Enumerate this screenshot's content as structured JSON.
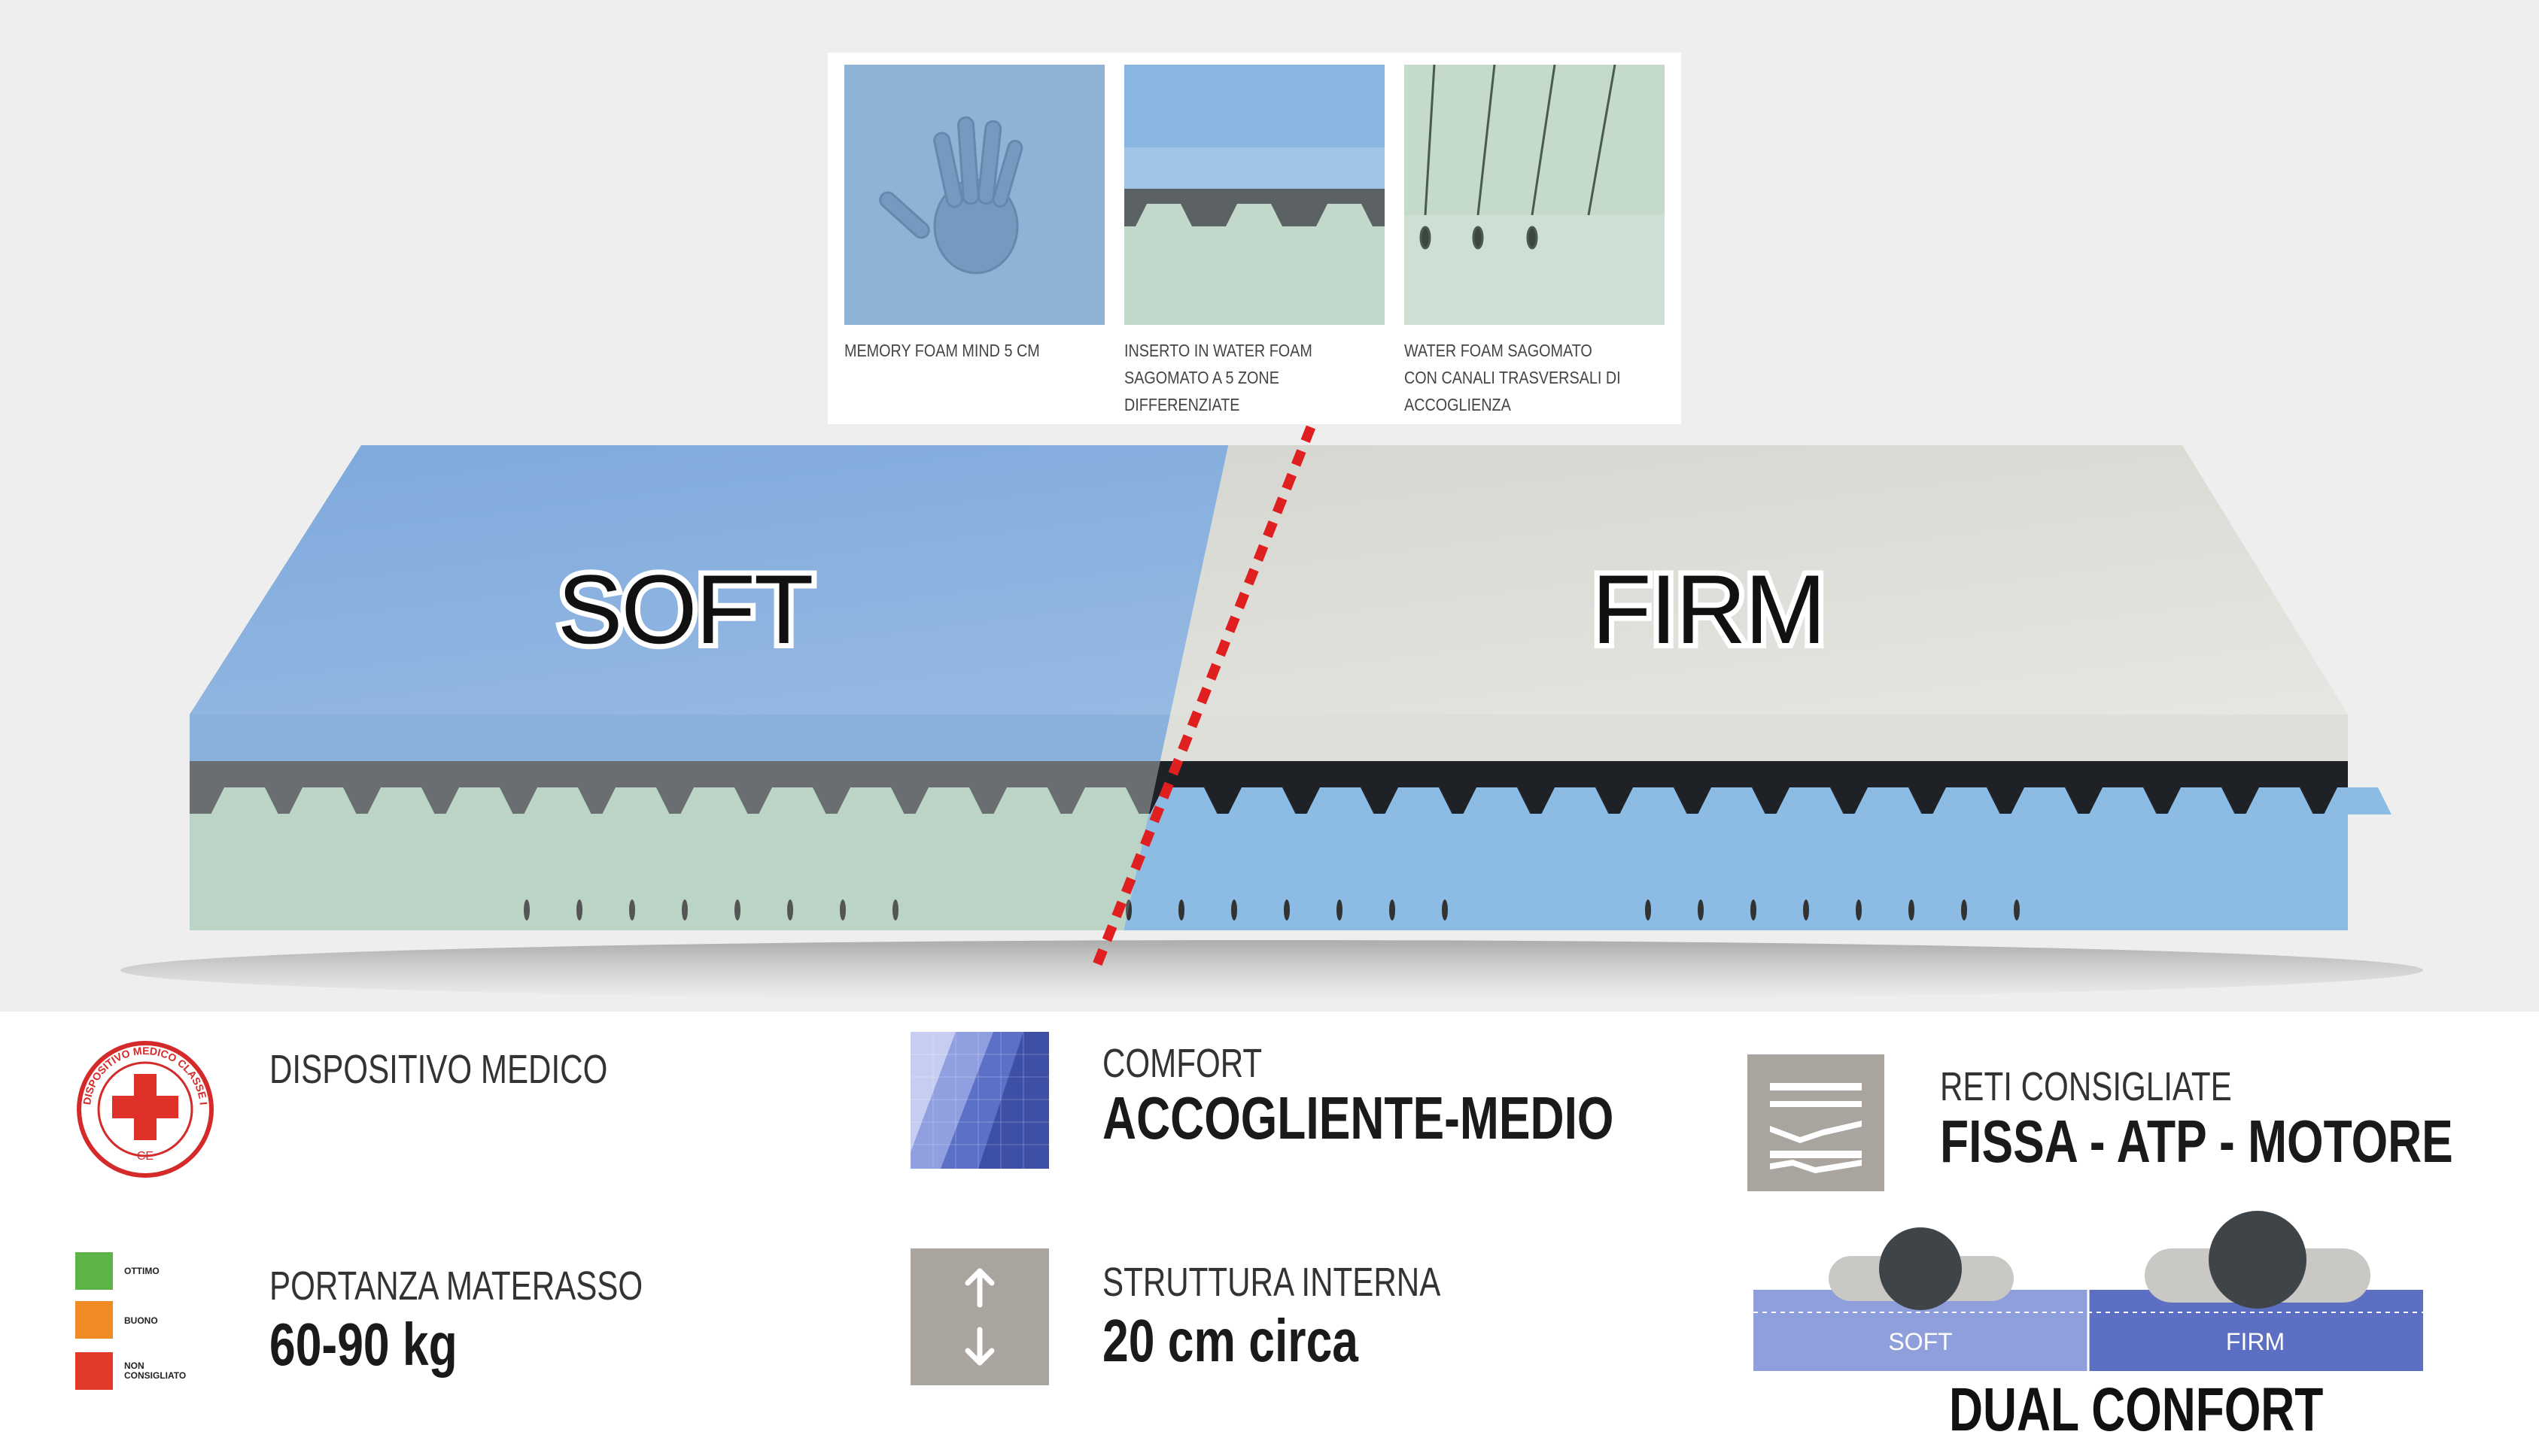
{
  "mattress": {
    "left_label": "SOFT",
    "right_label": "FIRM"
  },
  "layers": [
    {
      "caption": "MEMORY FOAM MIND 5 cm"
    },
    {
      "caption": "INSERTO IN WATER FOAM SAGOMATO A 5 ZONE DIFFERENZIATE"
    },
    {
      "caption": "WATER FOAM SAGOMATO CON CANALI TRASVERSALI DI ACCOGLIENZA"
    }
  ],
  "features": {
    "medical": {
      "label": "DISPOSITIVO MEDICO",
      "seal_text": "DISPOSITIVO MEDICO CLASSE I",
      "ce_mark": "CE"
    },
    "comfort": {
      "label": "COMFORT",
      "value": "ACCOGLIENTE-MEDIO"
    },
    "reti": {
      "label": "RETI CONSIGLIATE",
      "value": "FISSA - ATP - MOTORE"
    },
    "portanza": {
      "label": "PORTANZA MATERASSO",
      "value": "60-90 kg",
      "legend": [
        {
          "text": "OTTIMO",
          "color": "#5cb346"
        },
        {
          "text": "BUONO",
          "color": "#f08a24"
        },
        {
          "text": "NON CONSIGLIATO",
          "color": "#e23a2a"
        }
      ]
    },
    "struttura": {
      "label": "STRUTTURA INTERNA",
      "value": "20 cm circa"
    },
    "dual": {
      "left": "SOFT",
      "right": "FIRM",
      "title": "DUAL CONFORT"
    }
  },
  "colors": {
    "soft_top": "#8fb4e0",
    "firm_top": "#dcdcd6",
    "base_green": "#bfd6c8",
    "base_blue": "#8dbce4",
    "divider_red": "#e02020"
  }
}
